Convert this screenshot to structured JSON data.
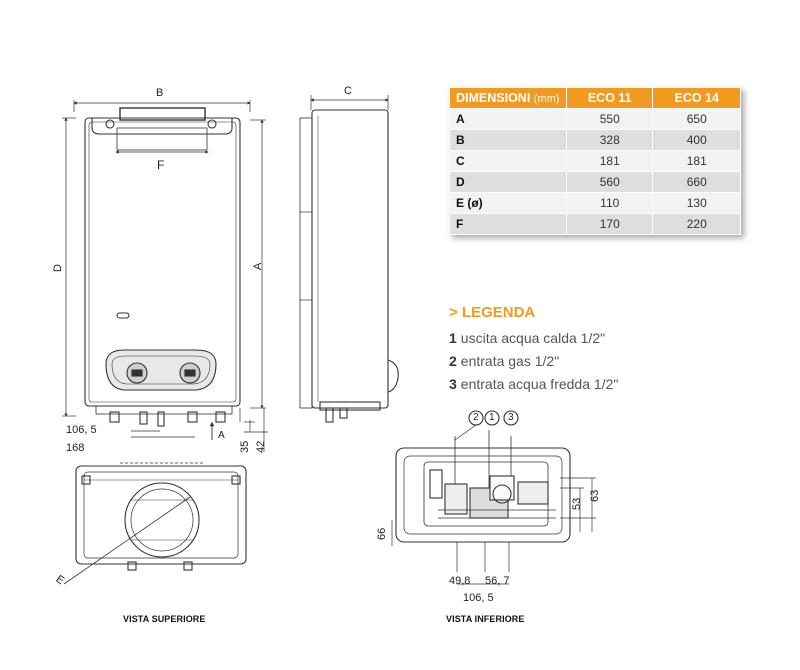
{
  "labels": {
    "front": {
      "B": "B",
      "F": "F",
      "D": "D",
      "A": "A",
      "dim_106": "106, 5",
      "dim_168": "168",
      "arrow_a": "A",
      "dim_35": "35",
      "dim_42": "42"
    },
    "side": {
      "C": "C"
    },
    "top": {
      "E": "E",
      "caption": "VISTA SUPERIORE"
    },
    "bottom": {
      "circle_1": "1",
      "circle_2": "2",
      "circle_3": "3",
      "dim_66": "66",
      "dim_53": "53",
      "dim_63": "63",
      "dim_49": "49,8",
      "dim_56": "56, 7",
      "dim_106": "106, 5",
      "caption": "VISTA INFERIORE"
    }
  },
  "table": {
    "header": {
      "title": "DIMENSIONI",
      "unit": "(mm)",
      "col1": "ECO 11",
      "col2": "ECO 14"
    },
    "rows": [
      {
        "key": "A",
        "eco11": "550",
        "eco14": "650"
      },
      {
        "key": "B",
        "eco11": "328",
        "eco14": "400"
      },
      {
        "key": "C",
        "eco11": "181",
        "eco14": "181"
      },
      {
        "key": "D",
        "eco11": "560",
        "eco14": "660"
      },
      {
        "key": "E (ø)",
        "eco11": "110",
        "eco14": "130"
      },
      {
        "key": "F",
        "eco11": "170",
        "eco14": "220"
      }
    ]
  },
  "legend": {
    "title": "> LEGENDA",
    "items": [
      {
        "num": "1",
        "text": "uscita acqua calda 1/2\""
      },
      {
        "num": "2",
        "text": "entrata gas 1/2\""
      },
      {
        "num": "3",
        "text": "entrata acqua fredda 1/2\""
      }
    ]
  },
  "colors": {
    "accent": "#f29a1f",
    "line": "#333333",
    "row_light": "#f2f2f2",
    "row_dark": "#dedede"
  }
}
